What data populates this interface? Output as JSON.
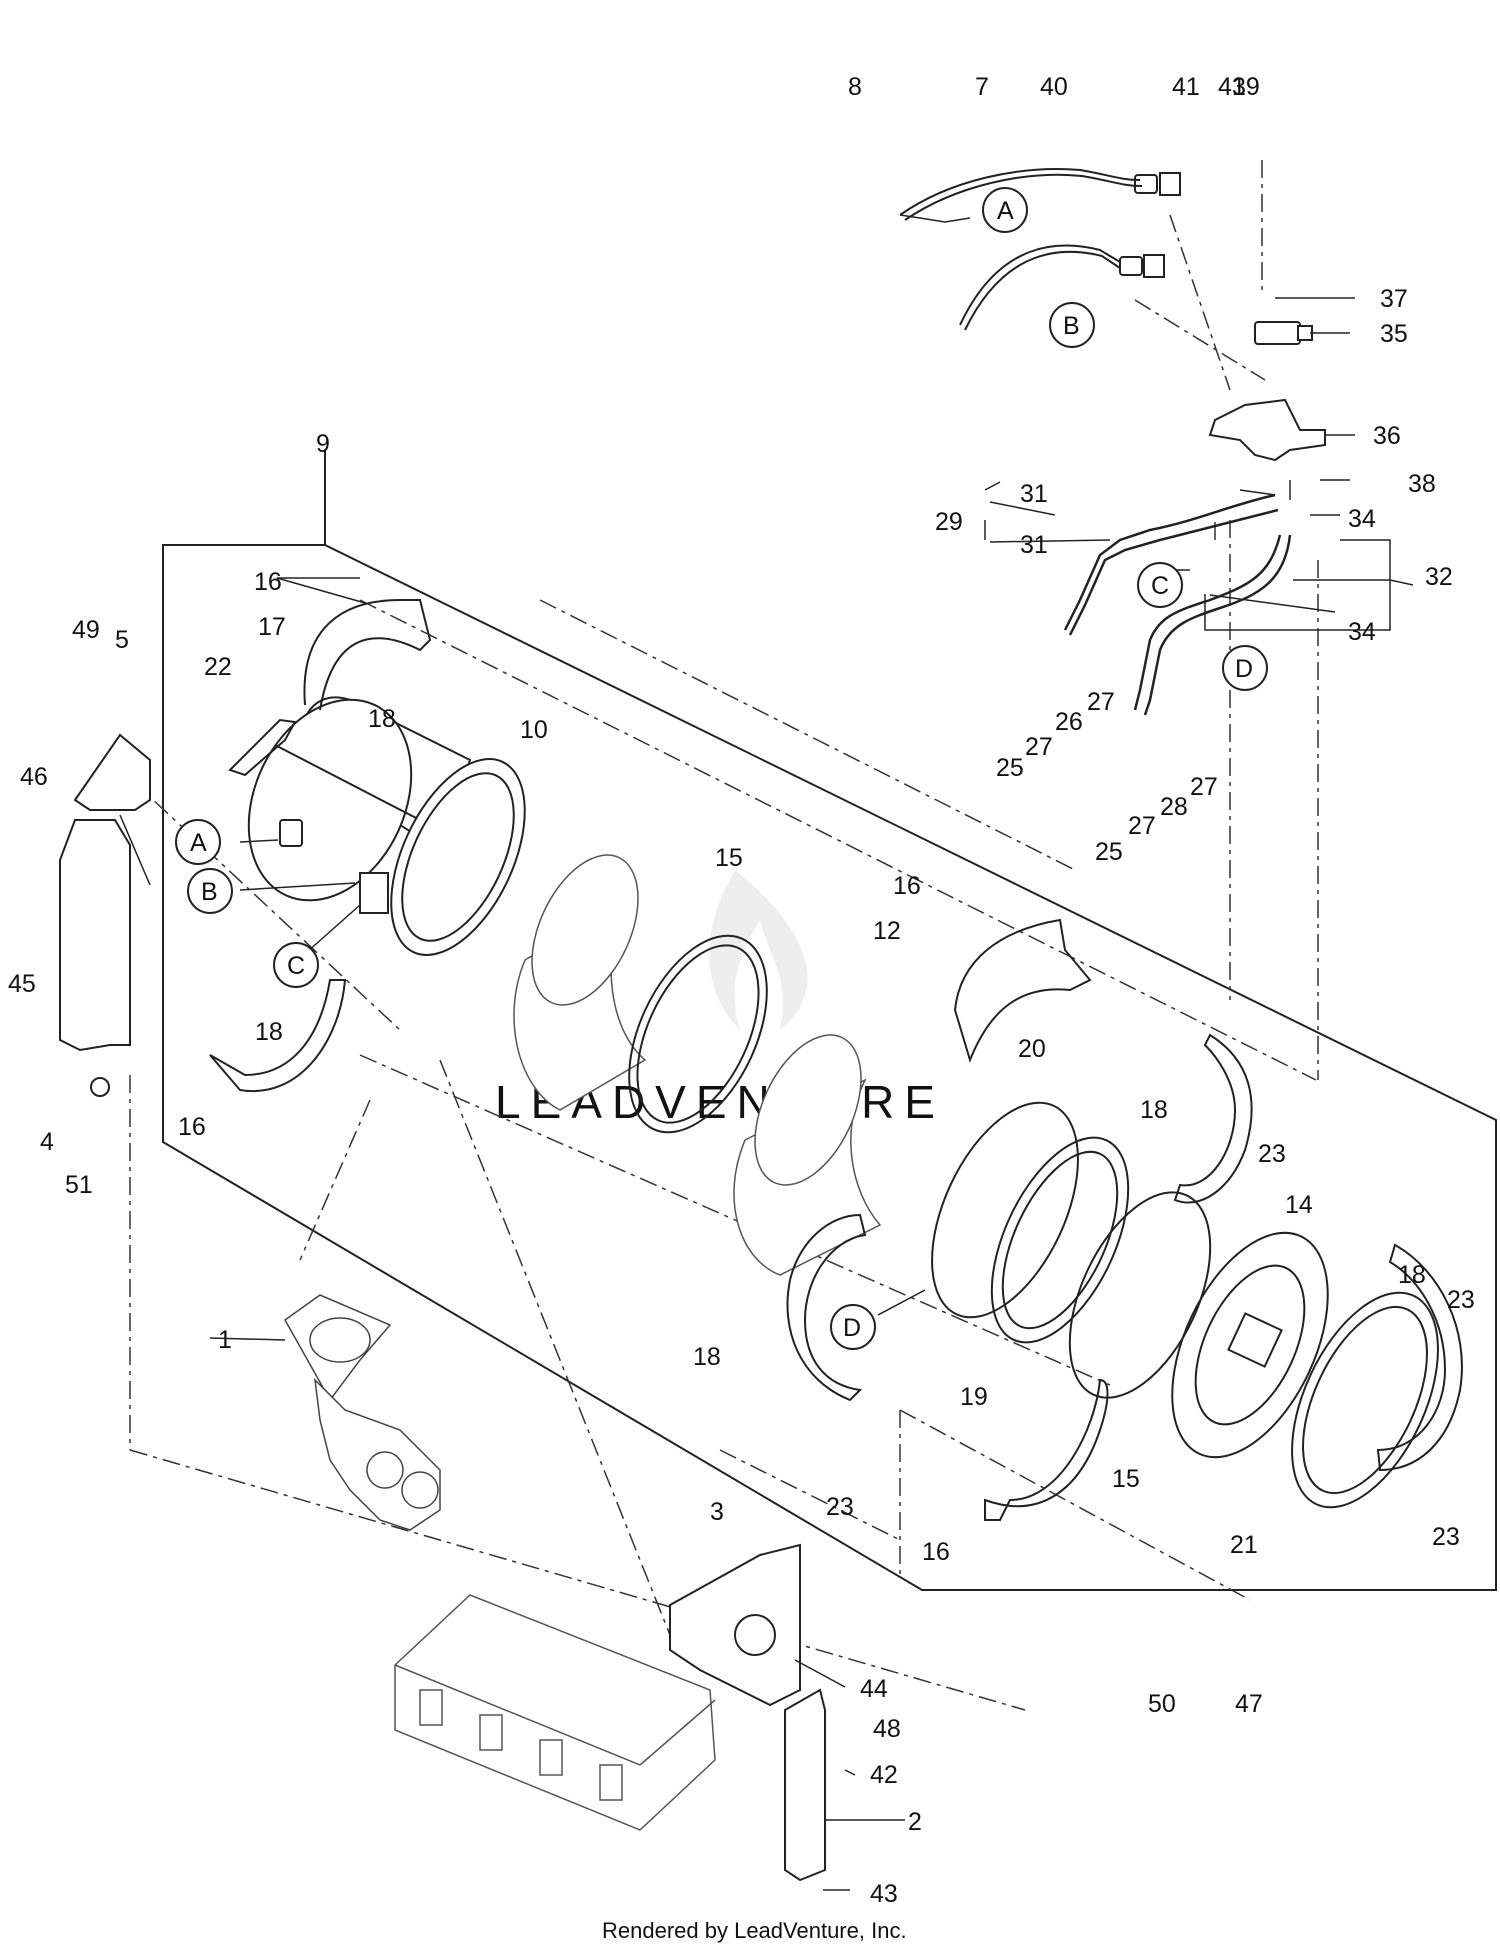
{
  "callouts": [
    "1",
    "2",
    "3",
    "4",
    "5",
    "7",
    "8",
    "9",
    "10",
    "12",
    "14",
    "15",
    "16",
    "17",
    "18",
    "19",
    "20",
    "21",
    "22",
    "23",
    "25",
    "26",
    "27",
    "28",
    "29",
    "31",
    "32",
    "34",
    "35",
    "36",
    "37",
    "38",
    "39",
    "40",
    "41",
    "42",
    "43",
    "44",
    "45",
    "46",
    "47",
    "48",
    "49",
    "50",
    "51"
  ],
  "reference_letters": [
    "A",
    "B",
    "C",
    "D"
  ],
  "watermark": "LEADVENTURE",
  "footer": "Rendered by LeadVenture, Inc."
}
